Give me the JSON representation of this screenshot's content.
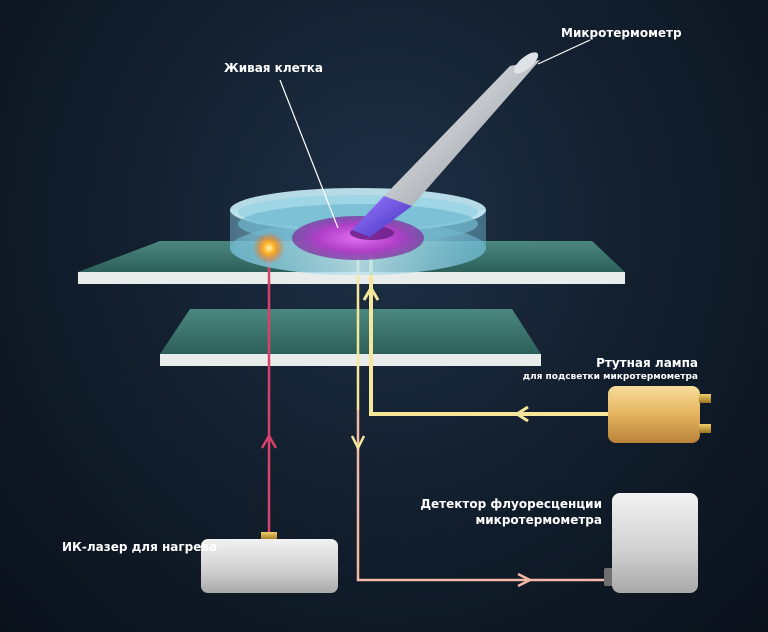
{
  "labels": {
    "microthermometer": "Микротермометр",
    "living_cell": "Живая клетка",
    "mercury_lamp": "Ртутная лампа",
    "mercury_lamp_sub": "для подсветки микротермометра",
    "detector_line1": "Детектор флуоресценции",
    "detector_line2": "микротермометра",
    "ir_laser": "ИК-лазер для нагрева"
  },
  "colors": {
    "background": "#13202f",
    "laser_beam": "#d9406a",
    "lamp_beam": "#f6e79a",
    "fluorescence_beam": "#f2b9a8",
    "glass_plate": "#3f7a74",
    "cell": "#b040c8",
    "lamp_body": "#e4b35e"
  },
  "icons": {
    "dish": "petri-dish-icon",
    "probe": "microthermometer-probe-icon",
    "laser": "laser-box-icon",
    "lamp": "lamp-cylinder-icon",
    "detector": "detector-box-icon"
  }
}
